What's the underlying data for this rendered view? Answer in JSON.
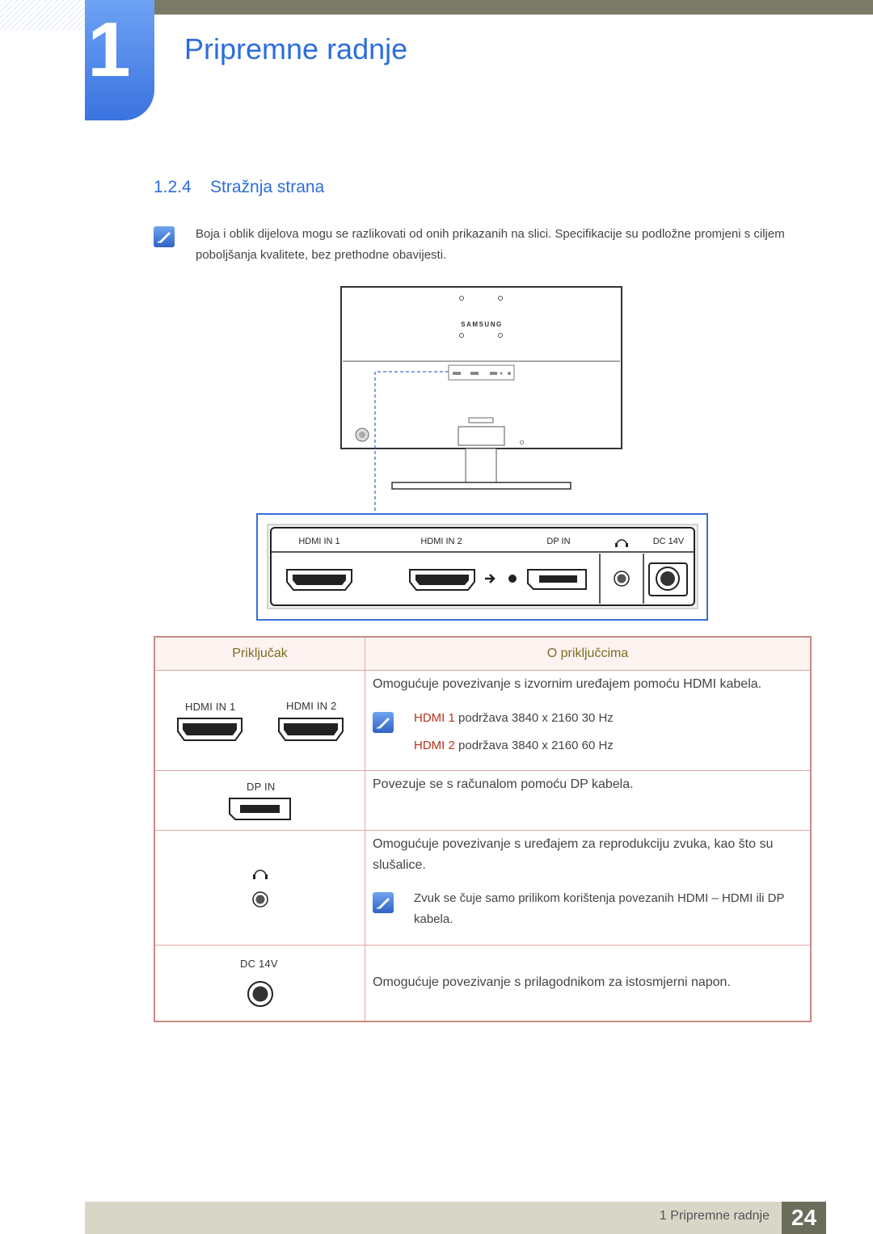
{
  "chapter": {
    "number": "1",
    "title": "Pripremne radnje"
  },
  "section": {
    "number": "1.2.4",
    "title": "Stražnja strana"
  },
  "note_intro": "Boja i oblik dijelova mogu se razlikovati od onih prikazanih na slici. Specifikacije su podložne promjeni s ciljem poboljšanja kvalitete, bez prethodne obavijesti.",
  "figure": {
    "brand": "SAMSUNG",
    "panel_labels": [
      "HDMI IN 1",
      "HDMI IN 2",
      "DP IN",
      "DC 14V"
    ]
  },
  "table": {
    "headers": [
      "Priključak",
      "O priključcima"
    ],
    "rows": [
      {
        "ports": [
          "HDMI IN 1",
          "HDMI IN 2"
        ],
        "description": "Omogućuje povezivanje s izvornim uređajem pomoću HDMI kabela.",
        "notes": [
          {
            "highlight": "HDMI 1",
            "text": " podržava 3840 x 2160 30 Hz"
          },
          {
            "highlight": "HDMI 2",
            "text": " podržava 3840 x 2160 60 Hz"
          }
        ]
      },
      {
        "ports": [
          "DP IN"
        ],
        "description": "Povezuje se s računalom pomoću DP kabela."
      },
      {
        "ports": [],
        "description": "Omogućuje povezivanje s uređajem za reprodukciju zvuka, kao što su slušalice.",
        "note": "Zvuk se čuje samo prilikom korištenja povezanih HDMI – HDMI ili DP kabela."
      },
      {
        "ports": [
          "DC 14V"
        ],
        "description": "Omogućuje povezivanje s prilagodnikom za istosmjerni napon."
      }
    ]
  },
  "footer": {
    "label": "1 Pripremne radnje",
    "page": "24"
  }
}
